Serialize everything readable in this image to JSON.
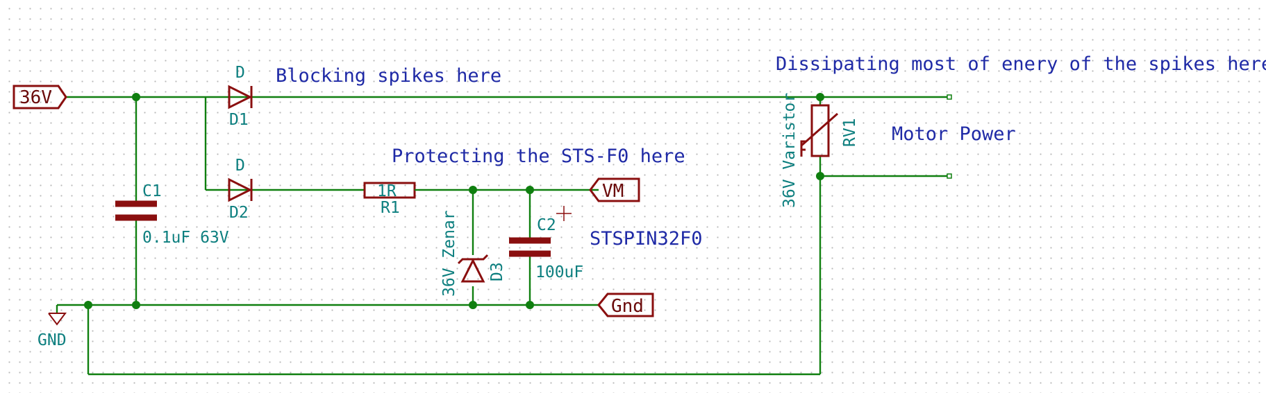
{
  "notes": {
    "blocking": "Blocking spikes here",
    "dissipating": "Dissipating most of enery of the spikes here.",
    "protecting": "Protecting the STS-F0 here",
    "motor_power": "Motor Power",
    "stspin": "STSPIN32F0"
  },
  "labels": {
    "v36": "36V",
    "vm": "VM",
    "gnd_label": "Gnd",
    "gnd_symbol": "GND"
  },
  "components": {
    "d1": {
      "value": "D",
      "ref": "D1"
    },
    "d2": {
      "value": "D",
      "ref": "D2"
    },
    "r1": {
      "value": "1R",
      "ref": "R1"
    },
    "c1": {
      "ref": "C1",
      "value": "0.1uF 63V"
    },
    "c2": {
      "ref": "C2",
      "value": "100uF"
    },
    "d3": {
      "ref": "D3",
      "value": "36V Zenar"
    },
    "rv1": {
      "ref": "RV1",
      "value": "36V Varistor"
    }
  },
  "colors": {
    "wire": "#0f7f0f",
    "component": "#8a0f0f",
    "reference": "#0d7f7f",
    "note": "#1f2aa6",
    "label": "#6a0a0a"
  }
}
